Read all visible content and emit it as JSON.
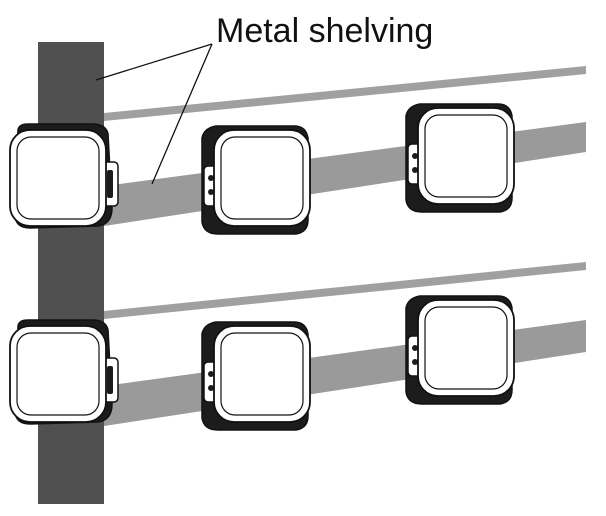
{
  "callout": {
    "label": "Metal shelving"
  },
  "colors": {
    "post": "#505050",
    "rail": "#9a9a9a",
    "device_shell": "#1c1c1c",
    "device_face": "#ffffff",
    "outline": "#111111"
  },
  "devices": {
    "rows": 2,
    "per_row": 3
  }
}
